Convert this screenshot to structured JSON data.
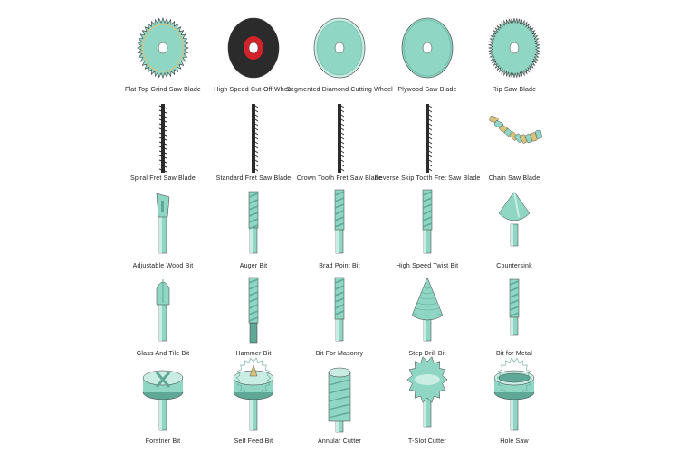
{
  "colors": {
    "mint": "#8fd6c4",
    "mint_light": "#c9ede3",
    "mint_dark": "#5fa898",
    "outline": "#3a3a3a",
    "dark_disc": "#2b2b2b",
    "red_hub": "#d2232a",
    "gold": "#d9c27a"
  },
  "tools": [
    {
      "label": "Flat Top Grind Saw Blade",
      "icon": "circular-saw-blade-icon"
    },
    {
      "label": "High Speed Cut-Off Wheel",
      "icon": "cut-off-wheel-icon"
    },
    {
      "label": "Segmented Diamond Cutting Wheel",
      "icon": "diamond-wheel-icon"
    },
    {
      "label": "Plywood Saw Blade",
      "icon": "plywood-blade-icon"
    },
    {
      "label": "Rip Saw Blade",
      "icon": "rip-saw-blade-icon"
    },
    {
      "label": "Spiral Fret Saw Blade",
      "icon": "spiral-fret-blade-icon"
    },
    {
      "label": "Standard Fret Saw Blade",
      "icon": "fret-blade-icon"
    },
    {
      "label": "Crown Tooth Fret Saw Blade",
      "icon": "crown-fret-blade-icon"
    },
    {
      "label": "Reverse Skip Tooth Fret Saw Blade",
      "icon": "skip-tooth-blade-icon"
    },
    {
      "label": "Chain Saw Blade",
      "icon": "chain-icon"
    },
    {
      "label": "Adjustable Wood Bit",
      "icon": "adjustable-bit-icon"
    },
    {
      "label": "Auger Bit",
      "icon": "auger-bit-icon"
    },
    {
      "label": "Brad Point Bit",
      "icon": "brad-point-bit-icon"
    },
    {
      "label": "High Speed Twist Bit",
      "icon": "twist-bit-icon"
    },
    {
      "label": "Countersink",
      "icon": "countersink-icon"
    },
    {
      "label": "Glass And Tile Bit",
      "icon": "glass-tile-bit-icon"
    },
    {
      "label": "Hammer Bit",
      "icon": "hammer-bit-icon"
    },
    {
      "label": "Bit For Masonry",
      "icon": "masonry-bit-icon"
    },
    {
      "label": "Step Drill Bit",
      "icon": "step-drill-icon"
    },
    {
      "label": "Bit for Metal",
      "icon": "metal-bit-icon"
    },
    {
      "label": "Forstner Bit",
      "icon": "forstner-bit-icon"
    },
    {
      "label": "Self Feed Bit",
      "icon": "self-feed-bit-icon"
    },
    {
      "label": "Annular Cutter",
      "icon": "annular-cutter-icon"
    },
    {
      "label": "T-Slot Cutter",
      "icon": "t-slot-cutter-icon"
    },
    {
      "label": "Hole Saw",
      "icon": "hole-saw-icon"
    }
  ]
}
